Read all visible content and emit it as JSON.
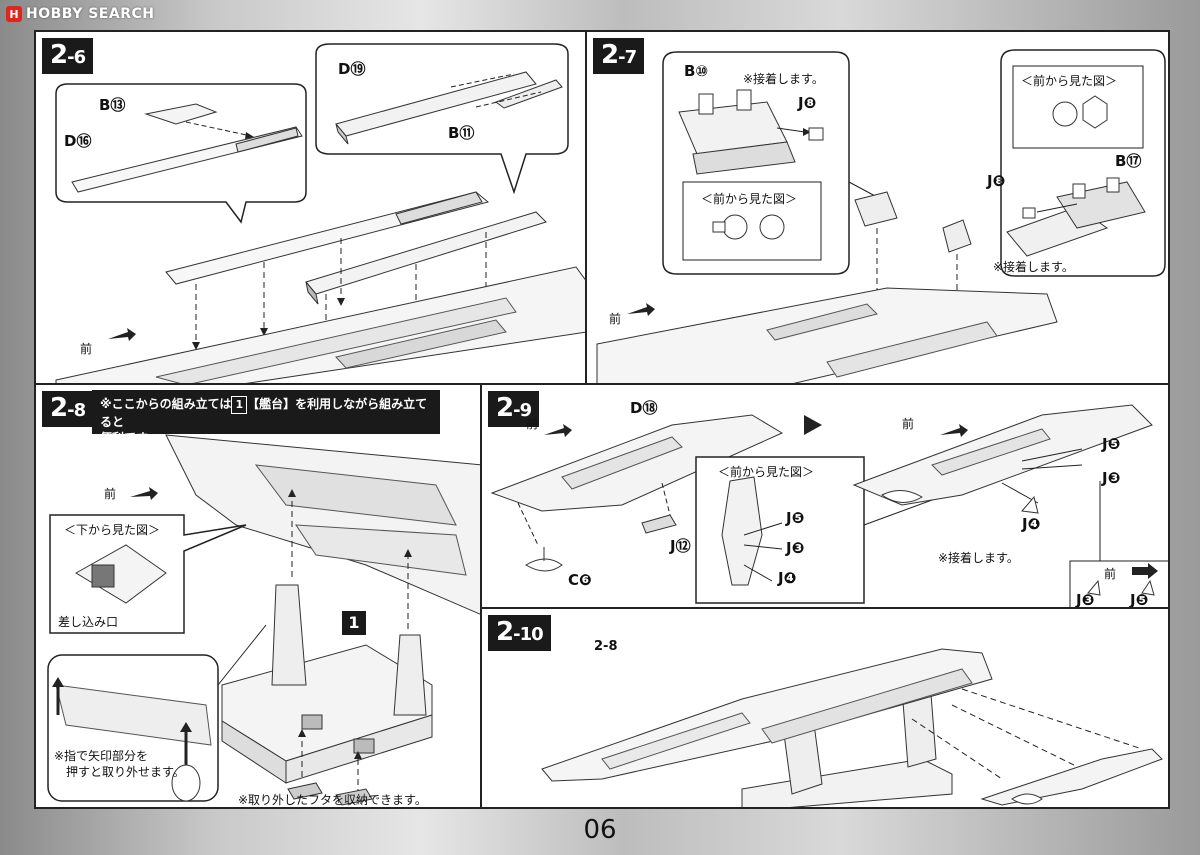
{
  "header": {
    "logo_mark": "H",
    "logo_text": "HOBBY SEARCH"
  },
  "page_number": "06",
  "steps": {
    "s2_6": {
      "step": "2-6",
      "front": "前",
      "labels": {
        "b13": "B⑬",
        "d16": "D⑯",
        "d19": "D⑲",
        "b11": "B⑪"
      }
    },
    "s2_7": {
      "step": "2-7",
      "front": "前",
      "glue_note": "※接着します。",
      "front_view": "＜前から見た図＞",
      "labels": {
        "b10": "B⑩",
        "j8a": "J❽",
        "j8b": "J❽",
        "b17": "B⑰"
      }
    },
    "s2_8": {
      "step": "2-8",
      "banner_line1_a": "※ここからの組み立ては",
      "banner_tag": "1",
      "banner_line1_b": "【艦台】を利用しながら組み立てると",
      "banner_line2": "便利です。",
      "front": "前",
      "under_view": "＜下から見た図＞",
      "slot_label": "差し込み口",
      "press_note_1": "※指で矢印部分を",
      "press_note_2": "押すと取り外せます。",
      "store_note": "※取り外したフタを収納できます。",
      "stand_tag": "1"
    },
    "s2_9": {
      "step": "2-9",
      "front": "前",
      "front_view": "＜前から見た図＞",
      "glue_note": "※接着します。",
      "labels": {
        "d18": "D⑱",
        "j12": "J⑫",
        "c6": "C❻",
        "j5a": "J❺",
        "j3a": "J❸",
        "j4a": "J❹",
        "j5b": "J❺",
        "j3b": "J❸",
        "j4b": "J❹",
        "j3c": "J❸",
        "j5c": "J❺"
      }
    },
    "s2_10": {
      "step": "2-10",
      "ref": "2-8"
    }
  }
}
